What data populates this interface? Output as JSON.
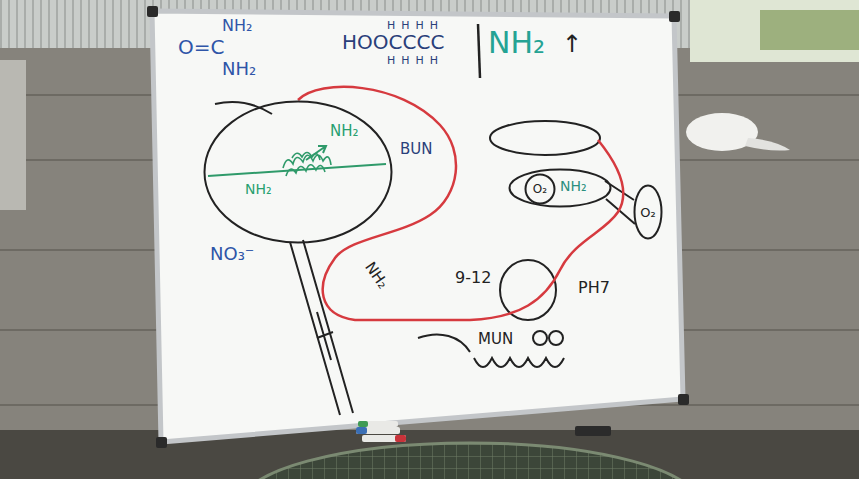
{
  "diagram": {
    "nodes": [
      {
        "text": [
          "NH₂",
          "NH₂"
        ]
      },
      {
        "text": [
          "NH₂"
        ]
      },
      {
        "text": [
          "O₂"
        ],
        "in": 1
      },
      {
        "text": [
          "O₂"
        ]
      }
    ],
    "labels": [
      "NH₂",
      "O=C",
      "NH₂",
      "HHHH",
      "HOOCCCC",
      "HHHH",
      "NH₂",
      "↑",
      "BUN",
      "NO₃⁻",
      "NH₂",
      "9-12",
      "PH7",
      "MUN"
    ]
  }
}
